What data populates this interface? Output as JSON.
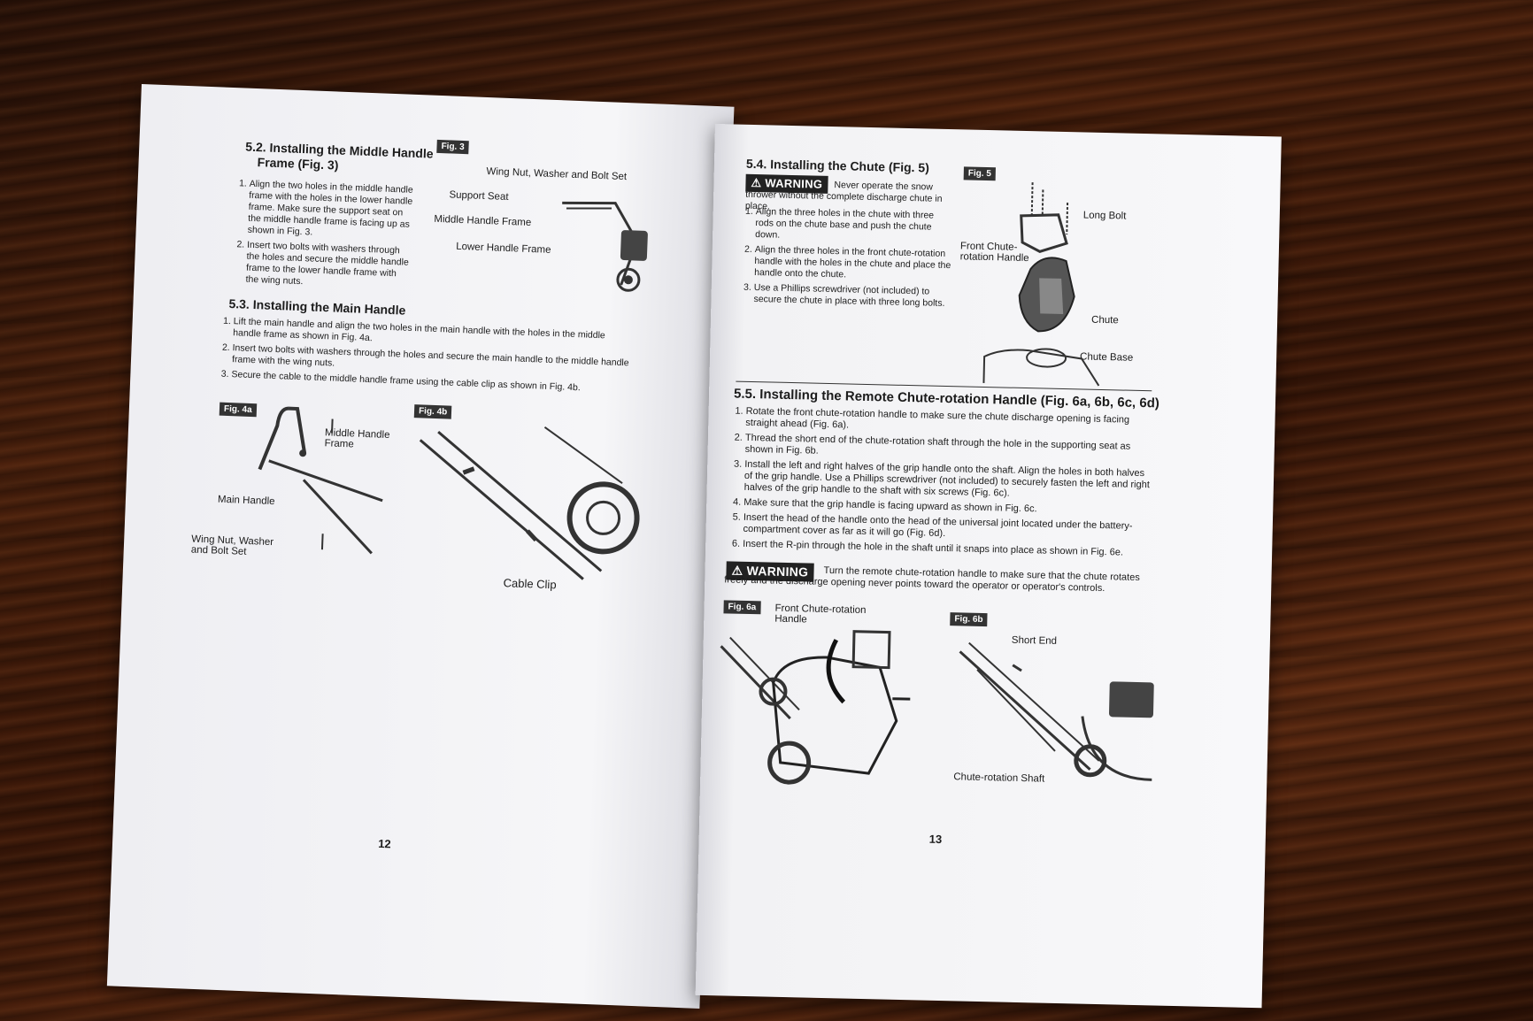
{
  "left_page": {
    "page_number": "12",
    "s52": {
      "title_line1": "5.2. Installing the Middle Handle",
      "title_line2": "Frame (Fig. 3)",
      "steps": [
        "Align the two holes in the middle handle frame with the holes in the lower handle frame. Make sure the support seat on the middle handle frame is facing up as shown in Fig. 3.",
        "Insert two bolts with washers through the holes and secure the middle handle frame to the lower handle frame with the wing nuts."
      ]
    },
    "fig3": {
      "tag": "Fig. 3",
      "labels": [
        "Wing Nut, Washer and Bolt Set",
        "Support Seat",
        "Middle Handle Frame",
        "Lower Handle Frame"
      ]
    },
    "s53": {
      "title": "5.3. Installing the Main Handle",
      "steps": [
        "Lift the main handle and align the two holes in the main handle with the holes in the middle handle frame as shown in Fig. 4a.",
        "Insert two bolts with washers through the holes and secure the main handle to the middle handle frame with the wing nuts.",
        "Secure the cable to the middle handle frame using the cable clip as shown in Fig. 4b."
      ]
    },
    "fig4a": {
      "tag": "Fig. 4a",
      "labels": [
        "Middle Handle Frame",
        "Main Handle",
        "Wing Nut, Washer and Bolt Set"
      ]
    },
    "fig4b": {
      "tag": "Fig. 4b",
      "labels": [
        "Cable Clip"
      ]
    }
  },
  "right_page": {
    "page_number": "13",
    "s54": {
      "title": "5.4. Installing the Chute (Fig. 5)",
      "warning_label": "WARNING",
      "warning_text": "Never operate the snow thrower without the complete discharge chute in place.",
      "steps": [
        "Align the three holes in the chute with three rods on the chute base and push the chute down.",
        "Align the three holes in the front chute-rotation handle with the holes in the chute and place the handle onto the chute.",
        "Use a Phillips screwdriver (not included) to secure the chute in place with three long bolts."
      ]
    },
    "fig5": {
      "tag": "Fig. 5",
      "labels": [
        "Long Bolt",
        "Front Chute-rotation Handle",
        "Chute",
        "Chute Base"
      ]
    },
    "s55": {
      "title": "5.5. Installing the Remote Chute-rotation Handle (Fig. 6a, 6b, 6c, 6d)",
      "steps": [
        "Rotate the front chute-rotation handle to make sure the chute discharge opening is facing straight ahead (Fig. 6a).",
        "Thread the short end of the chute-rotation shaft through the hole in the supporting seat as shown in Fig. 6b.",
        "Install the left and right halves of the grip handle onto the shaft. Align the holes in both halves of the grip handle. Use a Phillips screwdriver (not included) to securely fasten the left and right halves of the grip handle to the shaft with six screws (Fig. 6c).",
        "Make sure that the grip handle is facing upward as shown in Fig. 6c.",
        "Insert the head of the handle onto the head of the universal joint located under the battery-compartment cover as far as it will go (Fig. 6d).",
        "Insert the R-pin through the hole in the shaft until it snaps into place as shown in Fig. 6e."
      ],
      "warning_label": "WARNING",
      "warning_text": "Turn the remote chute-rotation handle to make sure that the chute rotates freely and the discharge opening never points toward the operator or operator's controls."
    },
    "fig6a": {
      "tag": "Fig. 6a",
      "labels": [
        "Front Chute-rotation Handle"
      ]
    },
    "fig6b": {
      "tag": "Fig. 6b",
      "labels": [
        "Short End",
        "Chute-rotation Shaft"
      ]
    }
  }
}
